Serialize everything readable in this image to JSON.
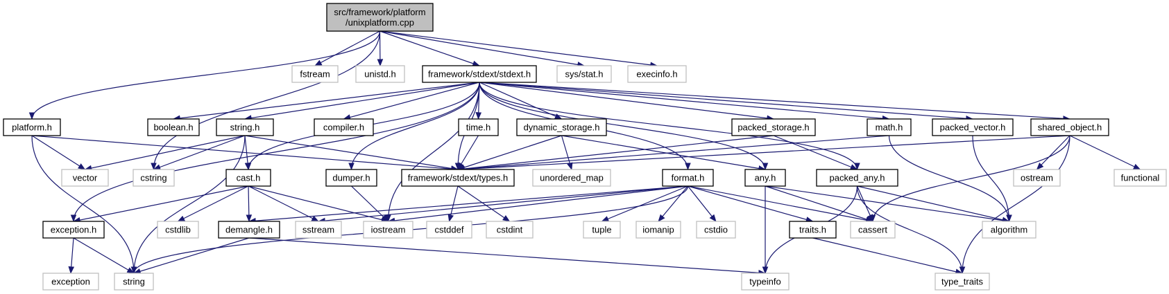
{
  "diagram": {
    "type": "include-dependency-graph",
    "colors": {
      "edge": "#191970",
      "root_fill": "#bfbfbf",
      "local_border": "#000000",
      "system_border": "#bfbfbf"
    },
    "nodes": [
      {
        "id": "root",
        "label": [
          "src/framework/platform",
          "/unixplatform.cpp"
        ],
        "kind": "root"
      },
      {
        "id": "fstream",
        "label": [
          "fstream"
        ],
        "kind": "system"
      },
      {
        "id": "unistd",
        "label": [
          "unistd.h"
        ],
        "kind": "system"
      },
      {
        "id": "stdext",
        "label": [
          "framework/stdext/stdext.h"
        ],
        "kind": "local"
      },
      {
        "id": "sysstat",
        "label": [
          "sys/stat.h"
        ],
        "kind": "system"
      },
      {
        "id": "execinfo",
        "label": [
          "execinfo.h"
        ],
        "kind": "system"
      },
      {
        "id": "platform",
        "label": [
          "platform.h"
        ],
        "kind": "local"
      },
      {
        "id": "boolean",
        "label": [
          "boolean.h"
        ],
        "kind": "local"
      },
      {
        "id": "stringh",
        "label": [
          "string.h"
        ],
        "kind": "local"
      },
      {
        "id": "compiler",
        "label": [
          "compiler.h"
        ],
        "kind": "local"
      },
      {
        "id": "time",
        "label": [
          "time.h"
        ],
        "kind": "local"
      },
      {
        "id": "dynstore",
        "label": [
          "dynamic_storage.h"
        ],
        "kind": "local"
      },
      {
        "id": "packstore",
        "label": [
          "packed_storage.h"
        ],
        "kind": "local"
      },
      {
        "id": "math",
        "label": [
          "math.h"
        ],
        "kind": "local"
      },
      {
        "id": "packvec",
        "label": [
          "packed_vector.h"
        ],
        "kind": "local"
      },
      {
        "id": "sharedobj",
        "label": [
          "shared_object.h"
        ],
        "kind": "local"
      },
      {
        "id": "vector",
        "label": [
          "vector"
        ],
        "kind": "system"
      },
      {
        "id": "cstring",
        "label": [
          "cstring"
        ],
        "kind": "system"
      },
      {
        "id": "cast",
        "label": [
          "cast.h"
        ],
        "kind": "local"
      },
      {
        "id": "dumper",
        "label": [
          "dumper.h"
        ],
        "kind": "local"
      },
      {
        "id": "types",
        "label": [
          "framework/stdext/types.h"
        ],
        "kind": "local"
      },
      {
        "id": "unordmap",
        "label": [
          "unordered_map"
        ],
        "kind": "system"
      },
      {
        "id": "format",
        "label": [
          "format.h"
        ],
        "kind": "local"
      },
      {
        "id": "any",
        "label": [
          "any.h"
        ],
        "kind": "local"
      },
      {
        "id": "packany",
        "label": [
          "packed_any.h"
        ],
        "kind": "local"
      },
      {
        "id": "ostream",
        "label": [
          "ostream"
        ],
        "kind": "system"
      },
      {
        "id": "functional",
        "label": [
          "functional"
        ],
        "kind": "system"
      },
      {
        "id": "exception",
        "label": [
          "exception.h"
        ],
        "kind": "local"
      },
      {
        "id": "cstdlib",
        "label": [
          "cstdlib"
        ],
        "kind": "system"
      },
      {
        "id": "demangle",
        "label": [
          "demangle.h"
        ],
        "kind": "local"
      },
      {
        "id": "sstream",
        "label": [
          "sstream"
        ],
        "kind": "system"
      },
      {
        "id": "iostream",
        "label": [
          "iostream"
        ],
        "kind": "system"
      },
      {
        "id": "cstddef",
        "label": [
          "cstddef"
        ],
        "kind": "system"
      },
      {
        "id": "cstdint",
        "label": [
          "cstdint"
        ],
        "kind": "system"
      },
      {
        "id": "tuple",
        "label": [
          "tuple"
        ],
        "kind": "system"
      },
      {
        "id": "iomanip",
        "label": [
          "iomanip"
        ],
        "kind": "system"
      },
      {
        "id": "cstdio",
        "label": [
          "cstdio"
        ],
        "kind": "system"
      },
      {
        "id": "traits",
        "label": [
          "traits.h"
        ],
        "kind": "local"
      },
      {
        "id": "cassert",
        "label": [
          "cassert"
        ],
        "kind": "system"
      },
      {
        "id": "algorithm",
        "label": [
          "algorithm"
        ],
        "kind": "system"
      },
      {
        "id": "exceptionstd",
        "label": [
          "exception"
        ],
        "kind": "system"
      },
      {
        "id": "string",
        "label": [
          "string"
        ],
        "kind": "system"
      },
      {
        "id": "typeinfo",
        "label": [
          "typeinfo"
        ],
        "kind": "system"
      },
      {
        "id": "typetraits",
        "label": [
          "type_traits"
        ],
        "kind": "system"
      }
    ],
    "edges": [
      [
        "root",
        "fstream"
      ],
      [
        "root",
        "unistd"
      ],
      [
        "root",
        "stdext"
      ],
      [
        "root",
        "sysstat"
      ],
      [
        "root",
        "execinfo"
      ],
      [
        "root",
        "platform"
      ],
      [
        "root",
        "cstring"
      ],
      [
        "stdext",
        "boolean"
      ],
      [
        "stdext",
        "stringh"
      ],
      [
        "stdext",
        "compiler"
      ],
      [
        "stdext",
        "time"
      ],
      [
        "stdext",
        "dynstore"
      ],
      [
        "stdext",
        "packstore"
      ],
      [
        "stdext",
        "math"
      ],
      [
        "stdext",
        "packvec"
      ],
      [
        "stdext",
        "sharedobj"
      ],
      [
        "stdext",
        "cast"
      ],
      [
        "stdext",
        "dumper"
      ],
      [
        "stdext",
        "types"
      ],
      [
        "stdext",
        "format"
      ],
      [
        "stdext",
        "any"
      ],
      [
        "stdext",
        "packany"
      ],
      [
        "stdext",
        "exception"
      ],
      [
        "stdext",
        "iostream"
      ],
      [
        "platform",
        "vector"
      ],
      [
        "platform",
        "types"
      ],
      [
        "platform",
        "string"
      ],
      [
        "stringh",
        "vector"
      ],
      [
        "stringh",
        "cstring"
      ],
      [
        "stringh",
        "cast"
      ],
      [
        "stringh",
        "types"
      ],
      [
        "stringh",
        "string"
      ],
      [
        "time",
        "types"
      ],
      [
        "dynstore",
        "types"
      ],
      [
        "dynstore",
        "unordmap"
      ],
      [
        "dynstore",
        "any"
      ],
      [
        "packstore",
        "types"
      ],
      [
        "packstore",
        "packany"
      ],
      [
        "math",
        "types"
      ],
      [
        "math",
        "algorithm"
      ],
      [
        "packvec",
        "algorithm"
      ],
      [
        "sharedobj",
        "types"
      ],
      [
        "sharedobj",
        "ostream"
      ],
      [
        "sharedobj",
        "functional"
      ],
      [
        "sharedobj",
        "cassert"
      ],
      [
        "sharedobj",
        "typetraits"
      ],
      [
        "cast",
        "exception"
      ],
      [
        "cast",
        "cstdlib"
      ],
      [
        "cast",
        "demangle"
      ],
      [
        "cast",
        "sstream"
      ],
      [
        "cast",
        "iostream"
      ],
      [
        "dumper",
        "iostream"
      ],
      [
        "types",
        "cstddef"
      ],
      [
        "types",
        "cstdint"
      ],
      [
        "format",
        "demangle"
      ],
      [
        "format",
        "sstream"
      ],
      [
        "format",
        "iostream"
      ],
      [
        "format",
        "tuple"
      ],
      [
        "format",
        "iomanip"
      ],
      [
        "format",
        "cstdio"
      ],
      [
        "format",
        "traits"
      ],
      [
        "format",
        "cassert"
      ],
      [
        "format",
        "string"
      ],
      [
        "any",
        "cassert"
      ],
      [
        "any",
        "algorithm"
      ],
      [
        "any",
        "typeinfo"
      ],
      [
        "packany",
        "cassert"
      ],
      [
        "packany",
        "algorithm"
      ],
      [
        "packany",
        "typeinfo"
      ],
      [
        "packany",
        "typetraits"
      ],
      [
        "exception",
        "exceptionstd"
      ],
      [
        "exception",
        "string"
      ],
      [
        "demangle",
        "string"
      ],
      [
        "demangle",
        "typeinfo"
      ],
      [
        "traits",
        "typetraits"
      ]
    ]
  }
}
